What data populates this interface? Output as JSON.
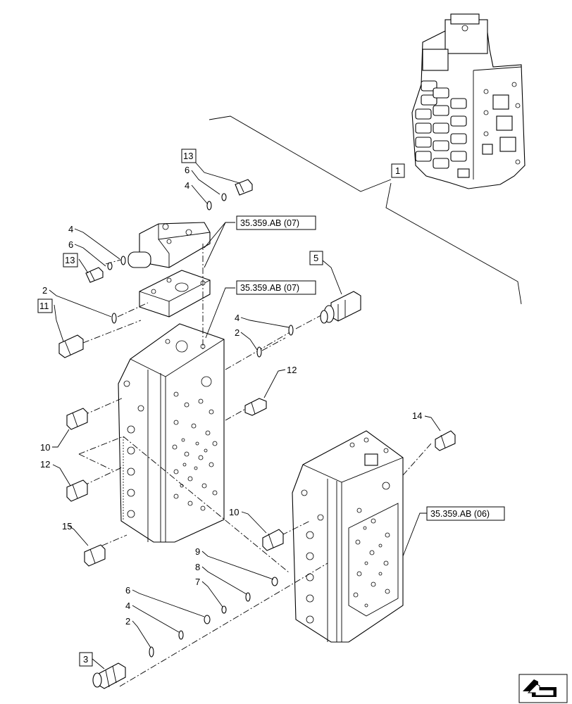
{
  "callouts": {
    "c1": "1",
    "c2a": "2",
    "c2b": "2",
    "c2c": "2",
    "c3": "3",
    "c4a": "4",
    "c4b": "4",
    "c4c": "4",
    "c4d": "4",
    "c5": "5",
    "c6a": "6",
    "c6b": "6",
    "c6c": "6",
    "c7": "7",
    "c8": "8",
    "c9": "9",
    "c10a": "10",
    "c10b": "10",
    "c11": "11",
    "c12a": "12",
    "c12b": "12",
    "c13a": "13",
    "c13b": "13",
    "c14": "14",
    "c15": "15"
  },
  "references": {
    "r1": "35.359.AB (07)",
    "r2": "35.359.AB (07)",
    "r3": "35.359.AB (06)"
  },
  "icons": {
    "nav_arrow": "arrow-corner-icon"
  }
}
